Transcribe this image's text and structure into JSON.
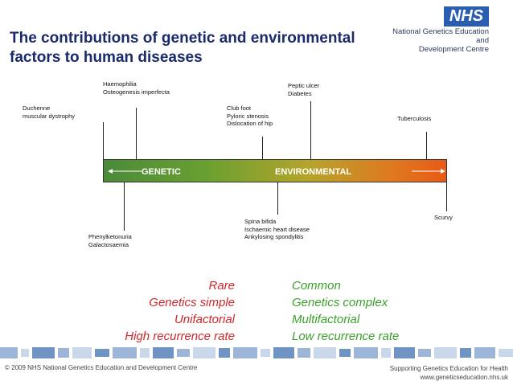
{
  "title": "The contributions of genetic and environmental factors to human diseases",
  "logo": {
    "text": "NHS",
    "org_line1": "National Genetics Education and",
    "org_line2": "Development Centre"
  },
  "bar": {
    "left_label": "GENETIC",
    "right_label": "ENVIRONMENTAL"
  },
  "conditions_above": {
    "duchenne": [
      "Duchenne",
      "muscular dystrophy"
    ],
    "haemophilia": [
      "Haemophilia",
      "Osteogenesis imperfecta"
    ],
    "club_foot": [
      "Club foot",
      "Pyloric stenosis",
      "Dislocation of hip"
    ],
    "peptic_ulcer": [
      "Peptic ulcer",
      "Diabetes"
    ],
    "tuberculosis": [
      "Tuberculosis"
    ]
  },
  "conditions_below": {
    "phenylketonuria": [
      "Phenylketonuria",
      "Galactosaemia"
    ],
    "spina_bifida": [
      "Spina bifida",
      "Ischaemic heart disease",
      "Ankylosing spondylitis"
    ],
    "scurvy": [
      "Scurvy"
    ]
  },
  "genetic_properties": [
    "Rare",
    "Genetics simple",
    "Unifactorial",
    "High recurrence rate"
  ],
  "environmental_properties": [
    "Common",
    "Genetics complex",
    "Multifactorial",
    "Low recurrence rate"
  ],
  "colors": {
    "genetic_text": "#d0262a",
    "environmental_text": "#3aa02a",
    "title": "#1a2a6b",
    "nhs_blue": "#2a5db0"
  },
  "footer": {
    "left": "© 2009 NHS National Genetics Education and Development Centre",
    "right_line1": "Supporting Genetics Education for Health",
    "right_line2": "www.geneticseducation.nhs.uk"
  }
}
